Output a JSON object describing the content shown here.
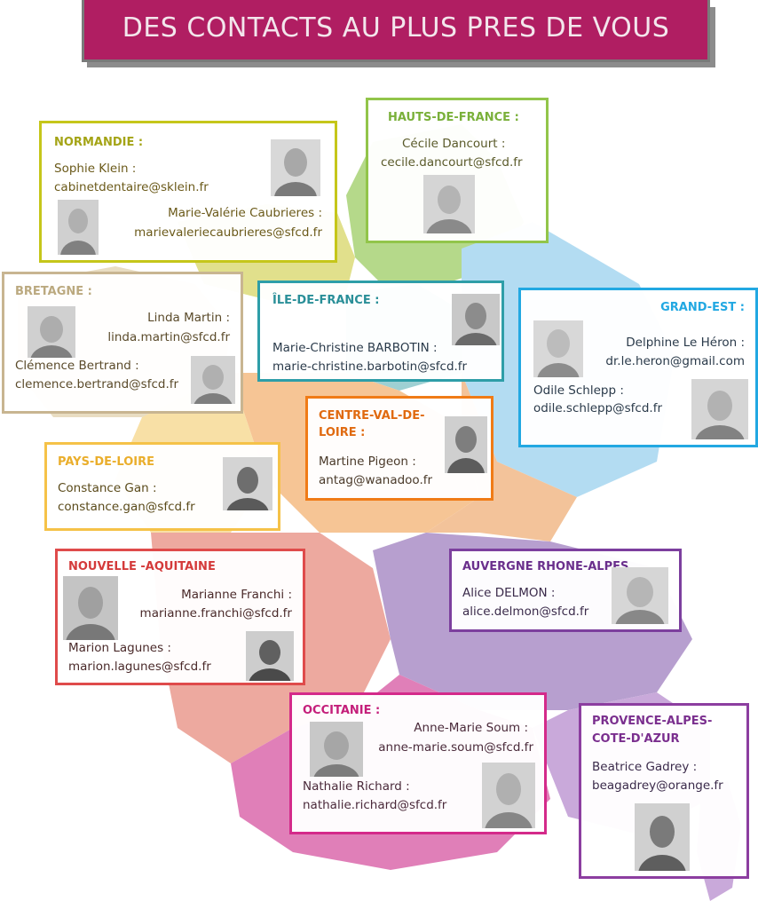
{
  "banner": {
    "title": "DES CONTACTS AU PLUS PRES DE VOUS"
  },
  "colors": {
    "banner": "#b01e62",
    "normandie": "#c5c61a",
    "hauts_de_france": "#92c54a",
    "bretagne": "#c8b591",
    "ile_de_france": "#2e9ea8",
    "grand_est": "#22a8e2",
    "centre_val_de_loire": "#f07b16",
    "pays_de_loire": "#f5c248",
    "nouvelle_aquitaine": "#df4b4b",
    "auvergne_rhone_alpes": "#7c3f9e",
    "occitanie": "#d42a8a",
    "provence": "#8c3ea0"
  },
  "regions": {
    "normandie": {
      "name": "NORMANDIE :",
      "c1_name": "Sophie Klein :",
      "c1_email": "cabinetdentaire@sklein.fr",
      "c2_name": "Marie-Valérie Caubrieres :",
      "c2_email": "marievaleriecaubrieres@sfcd.fr"
    },
    "hauts_de_france": {
      "name": "HAUTS-DE-FRANCE :",
      "c1_name": "Cécile Dancourt :",
      "c1_email": "cecile.dancourt@sfcd.fr"
    },
    "bretagne": {
      "name": "BRETAGNE :",
      "c1_name": "Linda Martin :",
      "c1_email": "linda.martin@sfcd.fr",
      "c2_name": "Clémence Bertrand :",
      "c2_email": "clemence.bertrand@sfcd.fr"
    },
    "ile_de_france": {
      "name": "ÎLE-DE-FRANCE :",
      "c1_name": "Marie-Christine BARBOTIN :",
      "c1_email": "marie-christine.barbotin@sfcd.fr"
    },
    "grand_est": {
      "name": "GRAND-EST :",
      "c1_name": "Delphine Le Héron :",
      "c1_email": "dr.le.heron@gmail.com",
      "c2_name": "Odile Schlepp :",
      "c2_email": "odile.schlepp@sfcd.fr"
    },
    "centre_val_de_loire": {
      "name_line1": "CENTRE-VAL-DE-",
      "name_line2": "LOIRE :",
      "c1_name": "Martine Pigeon :",
      "c1_email": "antag@wanadoo.fr"
    },
    "pays_de_loire": {
      "name": "PAYS-DE-LOIRE",
      "c1_name": "Constance Gan :",
      "c1_email": "constance.gan@sfcd.fr"
    },
    "nouvelle_aquitaine": {
      "name": "NOUVELLE -AQUITAINE",
      "c1_name": "Marianne Franchi :",
      "c1_email": "marianne.franchi@sfcd.fr",
      "c2_name": "Marion Lagunes :",
      "c2_email": "marion.lagunes@sfcd.fr"
    },
    "auvergne_rhone_alpes": {
      "name": "AUVERGNE RHONE-ALPES",
      "c1_name": "Alice DELMON :",
      "c1_email": "alice.delmon@sfcd.fr"
    },
    "occitanie": {
      "name": "OCCITANIE :",
      "c1_name": "Anne-Marie Soum :",
      "c1_email": "anne-marie.soum@sfcd.fr",
      "c2_name": "Nathalie Richard :",
      "c2_email": "nathalie.richard@sfcd.fr"
    },
    "provence": {
      "name_line1": "PROVENCE-ALPES-",
      "name_line2": "COTE-D'AZUR",
      "c1_name": "Beatrice Gadrey :",
      "c1_email": "beagadrey@orange.fr"
    }
  }
}
